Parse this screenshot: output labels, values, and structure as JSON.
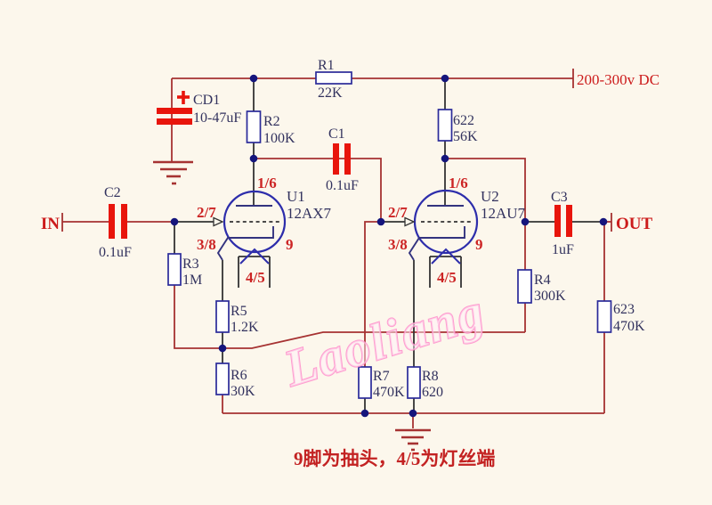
{
  "colors": {
    "background": "#fcf7ec",
    "wire_red": "#a63232",
    "lead_black": "#333333",
    "capacitor_red": "#e8150c",
    "outline_navy": "#2a2a99",
    "tube_blue": "#2d2dab",
    "junction_navy": "#15157c",
    "label_navy": "#32325e",
    "pin_red": "#cc2424",
    "watermark_pink": "#ff8ecb"
  },
  "power": {
    "label": "200-300v DC"
  },
  "io": {
    "input": "IN",
    "output": "OUT"
  },
  "caption": "9脚为抽头，4/5为灯丝端",
  "watermark": "Laoliang",
  "tubes": {
    "u1": {
      "ref": "U1",
      "model": "12AX7",
      "pin_plate": "1/6",
      "pin_grid": "2/7",
      "pin_cathode": "3/8",
      "pin_tap": "9",
      "pin_heater": "4/5"
    },
    "u2": {
      "ref": "U2",
      "model": "12AU7",
      "pin_plate": "1/6",
      "pin_grid": "2/7",
      "pin_cathode": "3/8",
      "pin_tap": "9",
      "pin_heater": "4/5"
    }
  },
  "parts": {
    "cd1": {
      "polarity": "+",
      "ref": "CD1",
      "value": "10-47uF"
    },
    "r1": {
      "ref": "R1",
      "value": "22K"
    },
    "r2": {
      "ref": "R2",
      "value": "100K"
    },
    "r_plate2": {
      "ref": "622",
      "value": "56K"
    },
    "c1": {
      "ref": "C1",
      "value": "0.1uF"
    },
    "c2": {
      "ref": "C2",
      "value": "0.1uF"
    },
    "c3": {
      "ref": "C3",
      "value": "1uF"
    },
    "r3": {
      "ref": "R3",
      "value": "1M"
    },
    "r4": {
      "ref": "R4",
      "value": "300K"
    },
    "r5": {
      "ref": "R5",
      "value": "1.2K"
    },
    "r6": {
      "ref": "R6",
      "value": "30K"
    },
    "r7": {
      "ref": "R7",
      "value": "470K"
    },
    "r8": {
      "ref": "R8",
      "value": "620"
    },
    "r_out": {
      "ref": "623",
      "value": "470K"
    }
  }
}
